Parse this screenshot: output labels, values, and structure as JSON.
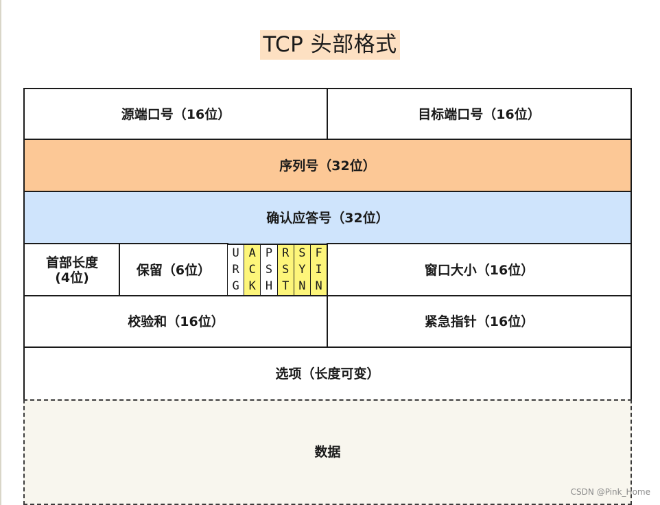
{
  "title": "TCP 头部格式",
  "row1": {
    "src_port": "源端口号（16位）",
    "dst_port": "目标端口号（16位）"
  },
  "row2": {
    "seq": "序列号（32位）"
  },
  "row3": {
    "ack": "确认应答号（32位）"
  },
  "row4": {
    "header_len_line1": "首部长度",
    "header_len_line2": "(4位)",
    "reserved": "保留（6位）",
    "flags": [
      {
        "letters": [
          "U",
          "R",
          "G"
        ],
        "highlight": false
      },
      {
        "letters": [
          "A",
          "C",
          "K"
        ],
        "highlight": true
      },
      {
        "letters": [
          "P",
          "S",
          "H"
        ],
        "highlight": false
      },
      {
        "letters": [
          "R",
          "S",
          "T"
        ],
        "highlight": true
      },
      {
        "letters": [
          "S",
          "Y",
          "N"
        ],
        "highlight": true
      },
      {
        "letters": [
          "F",
          "I",
          "N"
        ],
        "highlight": true
      }
    ],
    "window": "窗口大小（16位）"
  },
  "row5": {
    "checksum": "校验和（16位）",
    "urgent": "紧急指针（16位）"
  },
  "row6": {
    "options": "选项（长度可变）"
  },
  "row7": {
    "data": "数据"
  },
  "watermark": "CSDN @Pink_Home",
  "colors": {
    "seq_bg": "#fcc896",
    "ack_bg": "#cfe4fc",
    "flag_highlight": "#fdf57a",
    "title_bg": "#fde0c2",
    "data_bg": "#f8f6ee"
  }
}
